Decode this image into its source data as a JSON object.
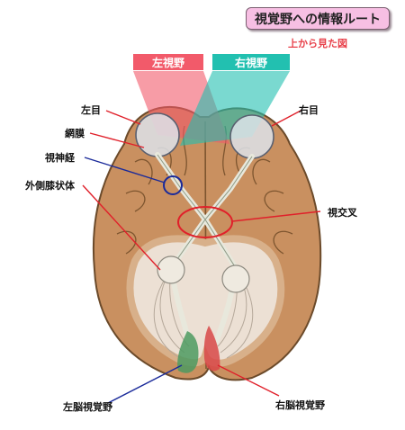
{
  "header": {
    "title": "視覚野への情報ルート",
    "subtitle": "上から見た図"
  },
  "visual_fields": {
    "left": {
      "label": "左視野",
      "color": "#f25a6a"
    },
    "right": {
      "label": "右視野",
      "color": "#22c0b0"
    }
  },
  "labels": {
    "left_eye": "左目",
    "right_eye": "右目",
    "retina": "網膜",
    "optic_nerve": "視神経",
    "lgn": "外側膝状体",
    "optic_chiasm": "視交叉",
    "left_visual_cortex": "左脳視覚野",
    "right_visual_cortex": "右脳視覚野"
  },
  "colors": {
    "brain": "#c99060",
    "brain_outline": "#6b4a2a",
    "pointer_red": "#e0202a",
    "pointer_blue": "#1a2a9a",
    "left_cortex": "#4e9a60",
    "right_cortex": "#d84848"
  }
}
